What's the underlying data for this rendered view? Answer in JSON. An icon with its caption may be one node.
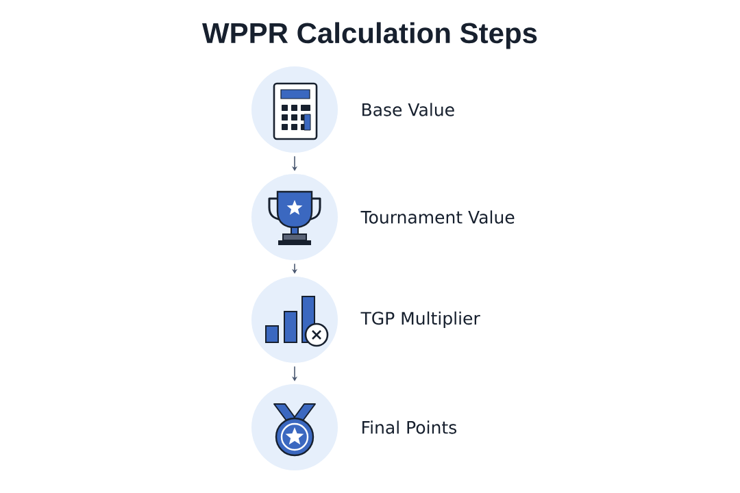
{
  "diagram": {
    "title": "WPPR Calculation Steps",
    "nodes": [
      {
        "text": [
          "Base Value"
        ]
      },
      {
        "text": [
          "Tournament Value"
        ]
      },
      {
        "text": [
          "TGP Multiplier"
        ]
      },
      {
        "text": [
          "Final Points"
        ]
      }
    ],
    "edges": [
      {
        "from": 0,
        "to": 1,
        "arrow": "to"
      },
      {
        "from": 1,
        "to": 2,
        "arrow": "to"
      },
      {
        "from": 2,
        "to": 3,
        "arrow": "to"
      }
    ]
  }
}
